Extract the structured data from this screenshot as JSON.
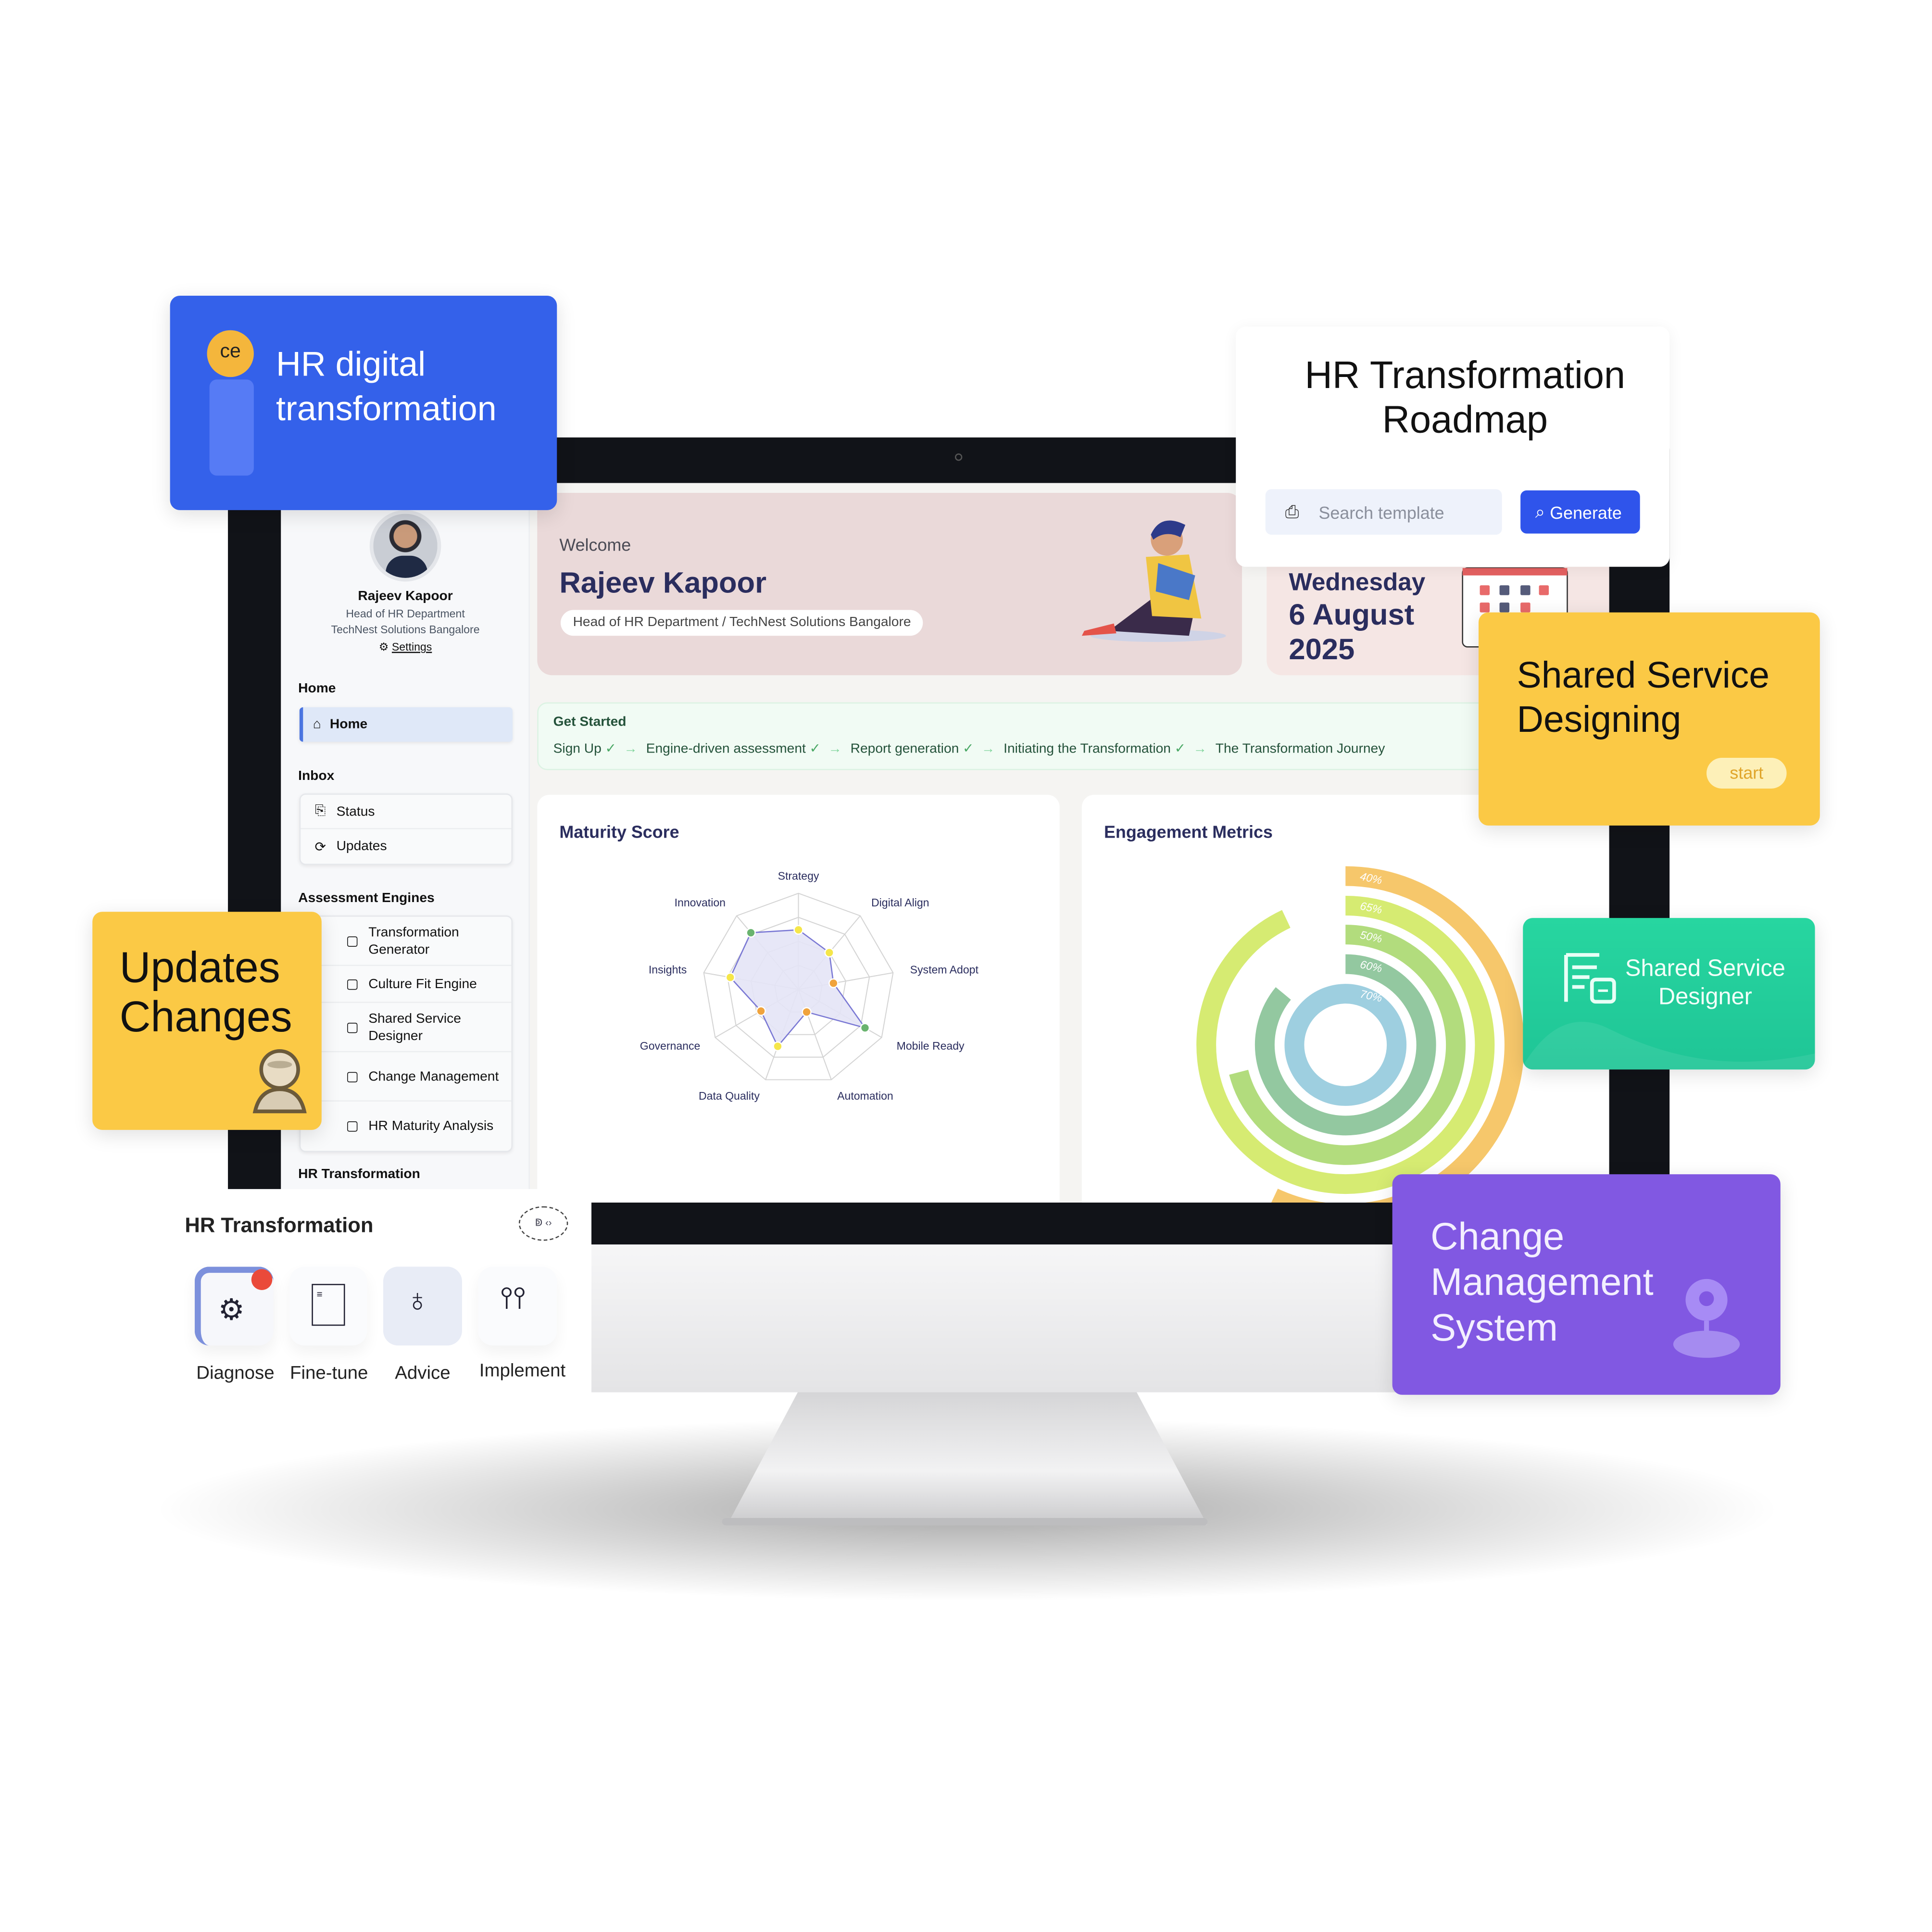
{
  "badges": {
    "hr_digital": {
      "title_line1": "HR digital",
      "title_line2": "transformation",
      "logo_text": "ce",
      "color": "#3461ea"
    },
    "updates_changes": {
      "line1": "Updates",
      "line2": "Changes",
      "color": "#fbc945"
    },
    "shared_service_designing": {
      "line1": "Shared Service",
      "line2": "Designing",
      "start_label": "start",
      "color": "#fbc945"
    },
    "shared_service_designer": {
      "line1": "Shared Service",
      "line2": "Designer",
      "color": "#21d19c"
    },
    "change_management": {
      "line1": "Change",
      "line2": "Management",
      "line3": "System",
      "color": "#8158e2"
    }
  },
  "roadmap": {
    "title_line1": "HR Transformation",
    "title_line2": "Roadmap",
    "search_placeholder": "Search template",
    "generate_label": "Generate",
    "accent": "#2f54eb"
  },
  "hr_transformation_panel": {
    "title": "HR Transformation",
    "toggle_label": "ↁ ‹›",
    "tiles": [
      {
        "label": "Diagnose",
        "icon": "diagnose-icon",
        "notification": true
      },
      {
        "label": "Fine-tune",
        "icon": "report-chart-icon"
      },
      {
        "label": "Advice",
        "icon": "advice-icon"
      },
      {
        "label": "Implement",
        "icon": "implement-icon"
      }
    ]
  },
  "sidebar": {
    "profile": {
      "name": "Rajeev Kapoor",
      "role": "Head of HR Department",
      "company": "TechNest Solutions Bangalore",
      "settings_label": "Settings"
    },
    "sections": {
      "home": {
        "heading": "Home",
        "items": [
          {
            "label": "Home",
            "icon": "home-icon"
          }
        ]
      },
      "inbox": {
        "heading": "Inbox",
        "items": [
          {
            "label": "Status",
            "icon": "status-icon"
          },
          {
            "label": "Updates",
            "icon": "refresh-icon"
          }
        ]
      },
      "assessment": {
        "heading": "Assessment Engines",
        "items": [
          {
            "label": "Transformation Generator"
          },
          {
            "label": "Culture Fit Engine"
          },
          {
            "label": "Shared Service Designer"
          },
          {
            "label": "Change Management"
          },
          {
            "label": "HR Maturity Analysis"
          }
        ]
      },
      "hr_transformation": {
        "heading": "HR Transformation"
      }
    }
  },
  "welcome": {
    "greeting": "Welcome",
    "name": "Rajeev Kapoor",
    "subtitle": "Head of HR Department / TechNest Solutions Bangalore"
  },
  "date": {
    "weekday": "Wednesday",
    "day_month": "6 August",
    "year": "2025"
  },
  "get_started": {
    "title": "Get Started",
    "steps": [
      "Sign Up",
      "Engine-driven assessment",
      "Report generation",
      "Initiating the Transformation",
      "The Transformation Journey"
    ]
  },
  "chart_data": [
    {
      "type": "radar",
      "title": "Maturity Score",
      "categories": [
        "Strategy",
        "Digital Align",
        "System Adopt",
        "Mobile Ready",
        "Automation",
        "Data Quality",
        "Governance",
        "Insights",
        "Innovation"
      ],
      "values": [
        62,
        50,
        37,
        80,
        25,
        63,
        45,
        72,
        77
      ],
      "range": [
        0,
        100
      ],
      "rings": 4,
      "point_colors": {
        "high": "#6ab46f",
        "mid": "#f5e64a",
        "low": "#f0a33c"
      },
      "fill_color": "#e4e4f6",
      "line_color": "#7a78d4"
    },
    {
      "type": "radial-bar",
      "title": "Engagement Metrics",
      "labels": [
        "40%",
        "65%",
        "50%",
        "60%",
        "70%"
      ],
      "values": [
        40,
        65,
        50,
        60,
        70
      ],
      "sweep_percent": [
        57,
        93,
        71,
        86,
        100
      ],
      "colors": [
        "#f6c76b",
        "#d6eb72",
        "#b2dc7d",
        "#93c8a0",
        "#9ecfe0"
      ]
    }
  ]
}
